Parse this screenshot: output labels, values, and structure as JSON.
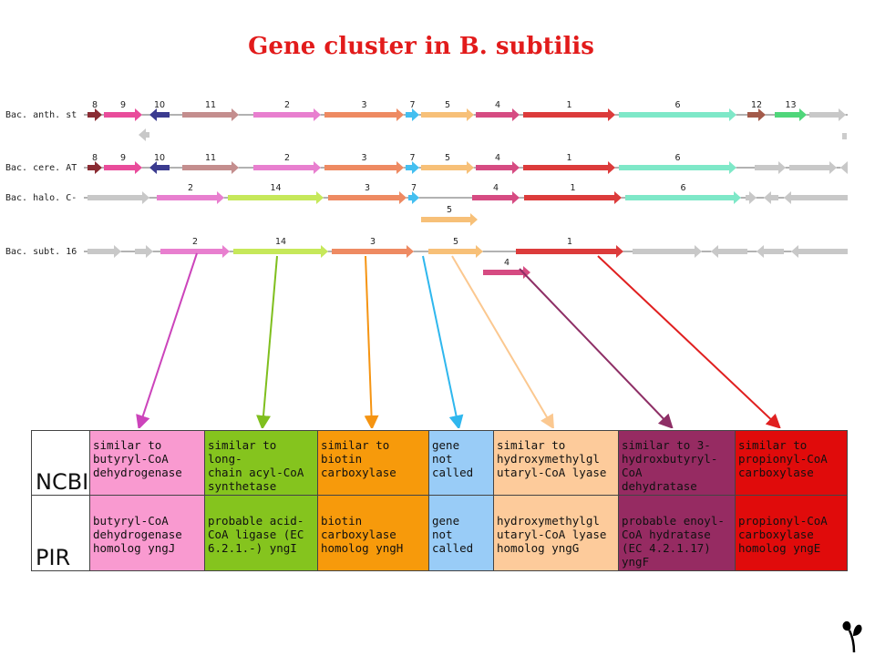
{
  "title": "Gene cluster in B. subtilis",
  "tracks": [
    {
      "label": "Bac. anth. st"
    },
    {
      "label": "Bac. cere. AT"
    },
    {
      "label": "Bac. halo. C-"
    },
    {
      "label": "Bac. subt. 16"
    }
  ],
  "gene_colors": {
    "1": "#dc3b3b",
    "2": "#e87fcf",
    "3": "#ee8a62",
    "4": "#d64b82",
    "5": "#f7c078",
    "6": "#7ee8c8",
    "7": "#44bff0",
    "8": "#8a2b33",
    "9": "#e94c9b",
    "10": "#3b3b8f",
    "11": "#c48e8e",
    "12": "#a35a4a",
    "13": "#4fd67a",
    "14": "#c6e85a",
    "grey": "#c8c8c8"
  },
  "table": {
    "row_headers": [
      "NCBI",
      "PIR"
    ],
    "columns": [
      {
        "color": "#f99ad0",
        "ncbi": [
          "similar to",
          "butyryl-CoA",
          "dehydrogenase"
        ],
        "pir": [
          "butyryl-CoA",
          "dehydrogenase",
          "homolog yngJ"
        ]
      },
      {
        "color": "#85c41e",
        "ncbi": [
          "similar to long-",
          "chain acyl-CoA",
          "synthetase"
        ],
        "pir": [
          "probable acid-",
          "CoA ligase (EC",
          "6.2.1.-) yngI"
        ]
      },
      {
        "color": "#f79a0b",
        "ncbi": [
          "similar to",
          "biotin",
          "carboxylase"
        ],
        "pir": [
          "biotin",
          "carboxylase",
          "homolog yngH"
        ]
      },
      {
        "color": "#99ccf7",
        "ncbi": [
          "gene",
          "not",
          "called"
        ],
        "pir": [
          "gene",
          "not",
          "called"
        ]
      },
      {
        "color": "#fdcb9b",
        "ncbi": [
          "similar to",
          "hydroxymethylgl",
          "utaryl-CoA lyase"
        ],
        "pir": [
          "hydroxymethylgl",
          "utaryl-CoA lyase",
          "homolog yngG"
        ]
      },
      {
        "color": "#962b62",
        "ncbi": [
          "similar to 3-",
          "hydroxbutyryl-",
          "CoA",
          "dehydratase"
        ],
        "pir": [
          "probable enoyl-",
          "CoA hydratase",
          "(EC 4.2.1.17)",
          "yngF"
        ]
      },
      {
        "color": "#e00b0b",
        "ncbi": [
          "similar to",
          "propionyl-CoA",
          "carboxylase"
        ],
        "pir": [
          "propionyl-CoA",
          "carboxylase",
          "homolog yngE"
        ]
      }
    ]
  }
}
